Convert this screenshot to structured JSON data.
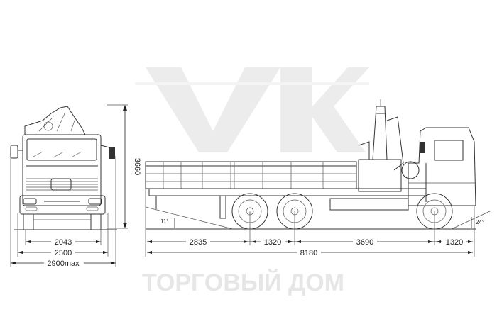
{
  "watermark": {
    "logo": "VK",
    "caption": "ТОРГОВЫЙ ДОМ"
  },
  "front_view": {
    "height": "3660",
    "track_width": "2043",
    "body_width": "2500",
    "max_width": "2900max"
  },
  "side_view": {
    "rear_overhang": "2835",
    "rear_axle_spacing": "1320",
    "wheelbase": "3690",
    "front_overhang": "1320",
    "overall_length": "8180",
    "departure_angle": "11°",
    "approach_angle": "24°"
  },
  "colors": {
    "line": "#333333",
    "watermark": "#e6e6e6"
  }
}
